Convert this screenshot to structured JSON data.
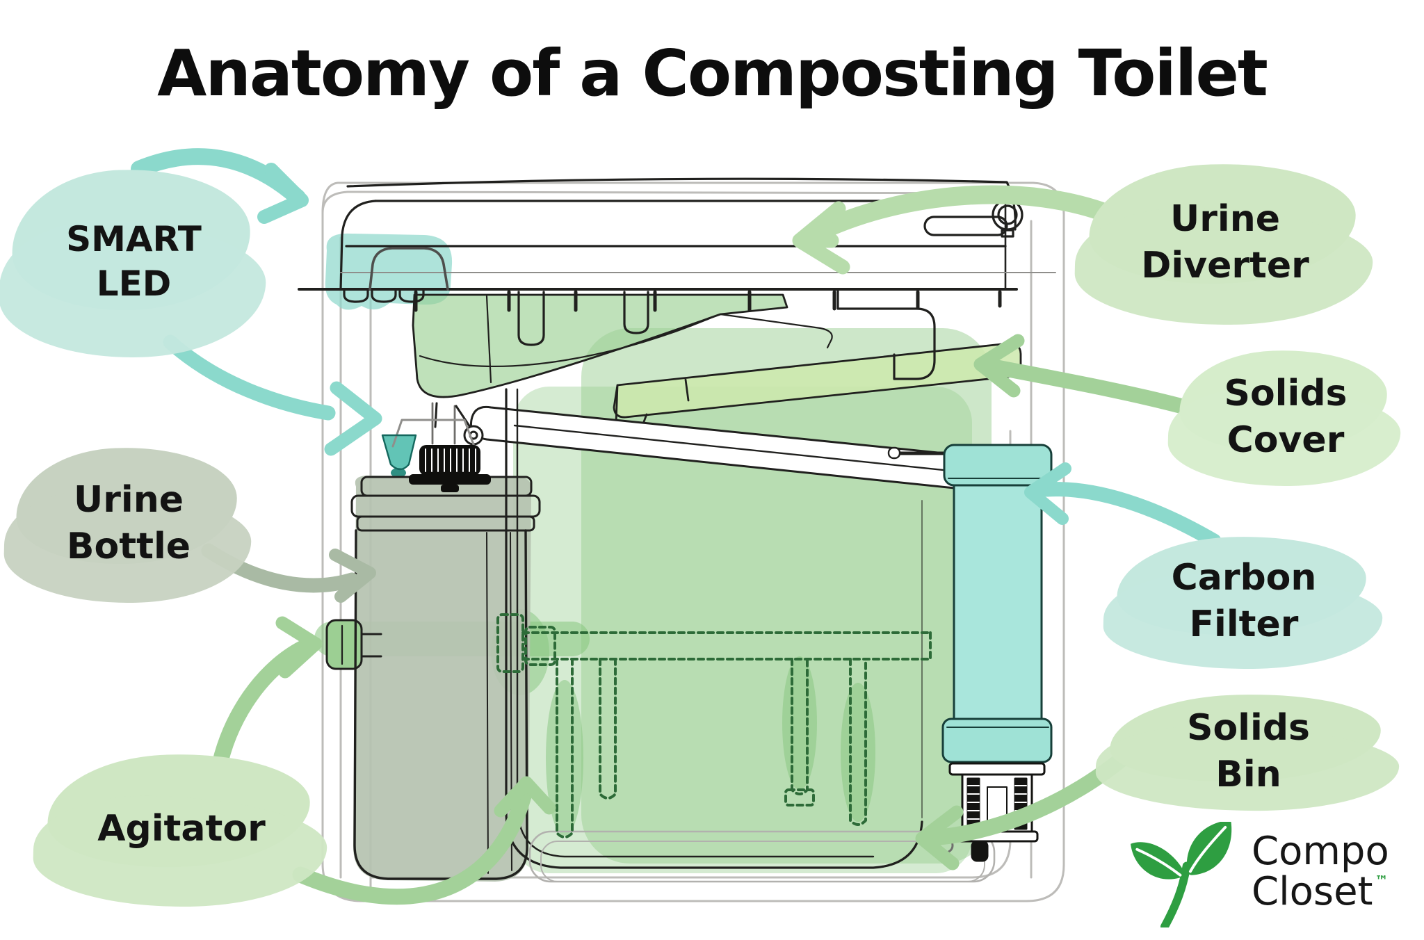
{
  "title": "Anatomy of a Composting Toilet",
  "labels": {
    "smart_led": {
      "line1": "SMART",
      "line2": "LED"
    },
    "urine_diverter": {
      "line1": "Urine",
      "line2": "Diverter"
    },
    "solids_cover": {
      "line1": "Solids",
      "line2": "Cover"
    },
    "carbon_filter": {
      "line1": "Carbon",
      "line2": "Filter"
    },
    "urine_bottle": {
      "line1": "Urine",
      "line2": "Bottle"
    },
    "agitator": {
      "line1": "Agitator"
    },
    "solids_bin": {
      "line1": "Solids",
      "line2": "Bin"
    }
  },
  "logo": {
    "name_line1": "Compo",
    "name_line2": "Closet",
    "trademark": "™"
  },
  "colors": {
    "brush_mint": "#c4e8de",
    "brush_green": "#cfe7c3",
    "brush_green_light": "#d6edcb",
    "brush_sage": "#c7d2c1",
    "arrow_teal": "#8bd9cc",
    "arrow_green": "#a3d199",
    "arrow_light_green": "#b7dcab",
    "arrow_sage": "#a9baa4",
    "highlight_teal": "#8fd8cc",
    "highlight_green": "#9cd093",
    "highlight_sage": "#b5c2b0",
    "solids_cover_green": "#cde9ad",
    "carbon_filter_teal": "#a2e3d7",
    "line_dark": "#20201e",
    "logo_green": "#2e9e41",
    "text_dark": "#131313"
  }
}
